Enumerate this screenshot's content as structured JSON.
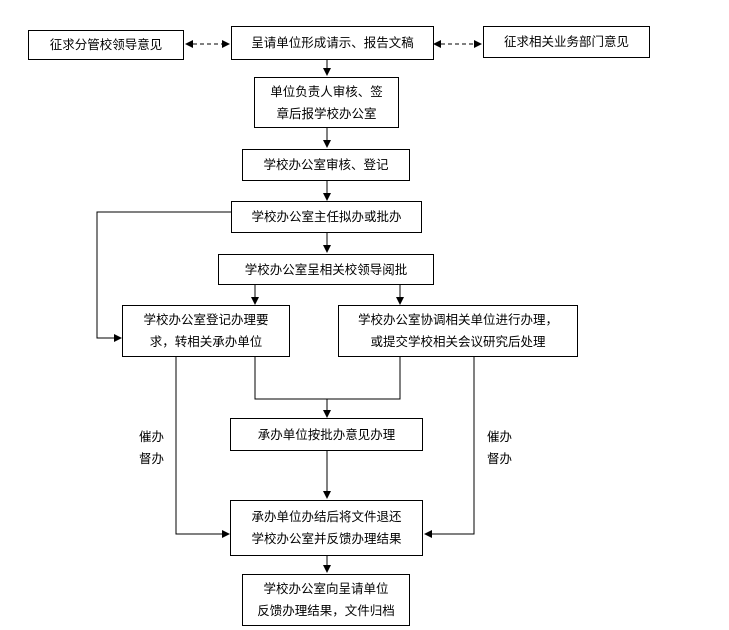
{
  "nodes": {
    "draft": "呈请单位形成请示、报告文稿",
    "school_leader": "征求分管校领导意见",
    "related_dept": "征求相关业务部门意见",
    "unit_review": [
      "单位负责人审核、签",
      "章后报学校办公室"
    ],
    "office_register": "学校办公室审核、登记",
    "director": "学校办公室主任拟办或批办",
    "leader_review": "学校办公室呈相关校领导阅批",
    "register_transfer": [
      "学校办公室登记办理要",
      "求，转相关承办单位"
    ],
    "coordinate": [
      "学校办公室协调相关单位进行办理，",
      "或提交学校相关会议研究后处理"
    ],
    "handle": "承办单位按批办意见办理",
    "return": [
      "承办单位办结后将文件退还",
      "学校办公室并反馈办理结果"
    ],
    "archive": [
      "学校办公室向呈请单位",
      "反馈办理结果，文件归档"
    ]
  },
  "labels": {
    "urge_left": [
      "催办",
      "督办"
    ],
    "urge_right": [
      "催办",
      "督办"
    ]
  }
}
